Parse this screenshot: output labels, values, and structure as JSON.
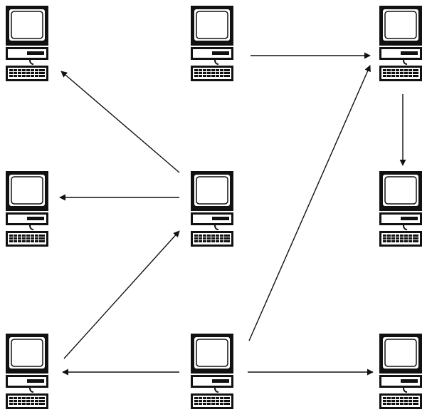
{
  "diagram": {
    "nodes": [
      {
        "id": "top-left",
        "kind": "computer"
      },
      {
        "id": "top-center",
        "kind": "computer"
      },
      {
        "id": "top-right",
        "kind": "computer"
      },
      {
        "id": "middle-left",
        "kind": "computer"
      },
      {
        "id": "middle-center",
        "kind": "computer"
      },
      {
        "id": "middle-right",
        "kind": "computer"
      },
      {
        "id": "bottom-left",
        "kind": "computer"
      },
      {
        "id": "bottom-center",
        "kind": "computer"
      },
      {
        "id": "bottom-right",
        "kind": "computer"
      }
    ],
    "edges": [
      {
        "from": "top-center",
        "to": "top-right"
      },
      {
        "from": "top-right",
        "to": "middle-right"
      },
      {
        "from": "middle-center",
        "to": "top-left"
      },
      {
        "from": "middle-center",
        "to": "middle-left"
      },
      {
        "from": "bottom-left",
        "to": "middle-center"
      },
      {
        "from": "bottom-center",
        "to": "top-right"
      },
      {
        "from": "bottom-center",
        "to": "bottom-left"
      },
      {
        "from": "bottom-center",
        "to": "bottom-right"
      }
    ],
    "icon": "desktop-computer-icon",
    "colors": {
      "stroke": "#111111",
      "background": "#ffffff"
    }
  }
}
